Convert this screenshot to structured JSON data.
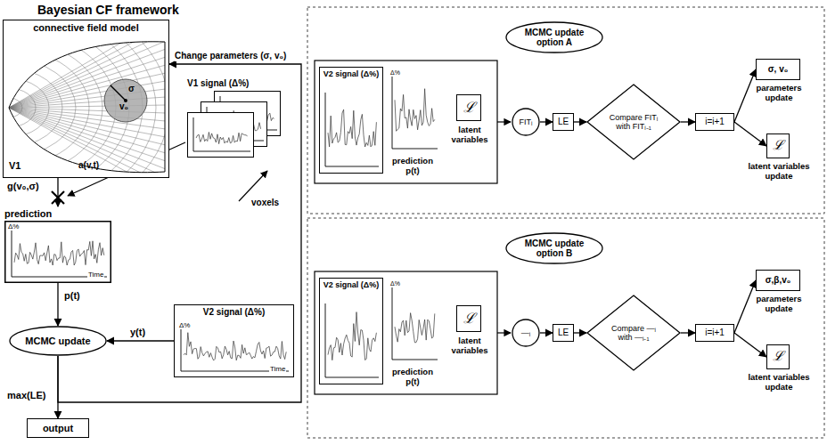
{
  "diagram": {
    "title": "Bayesian CF framework",
    "nodes": [
      {
        "text": [
          "connective field model"
        ]
      },
      {
        "text": [
          "prediction"
        ]
      },
      {
        "text": [
          "MCMC update"
        ]
      },
      {
        "text": [
          "V2 signal (Δ%)"
        ]
      },
      {
        "text": [
          "output"
        ]
      },
      {
        "text": [
          "V1 signal (Δ%)"
        ]
      },
      {
        "text": [
          "MCMC update option A"
        ]
      },
      {
        "text": [
          "V2 signal (Δ%)"
        ]
      },
      {
        "text": [
          "ℒ",
          "latent variables"
        ]
      },
      {
        "text": [
          "FITᵢ"
        ]
      },
      {
        "text": [
          "LE"
        ]
      },
      {
        "text": [
          "Compare FITᵢ with FITᵢ₋₁"
        ]
      },
      {
        "text": [
          "i=i+1"
        ]
      },
      {
        "text": [
          "σ, v₀",
          "parameters update"
        ]
      },
      {
        "text": [
          "ℒ",
          "latent variables update"
        ]
      },
      {
        "text": [
          "MCMC update option B"
        ]
      },
      {
        "text": [
          "V2 signal (Δ%)"
        ]
      },
      {
        "text": [
          "ℒ",
          "latent variables"
        ]
      },
      {
        "text": [
          "—ᵢ"
        ]
      },
      {
        "text": [
          "LE"
        ]
      },
      {
        "text": [
          "Compare —ᵢ with —ᵢ₋₁"
        ]
      },
      {
        "text": [
          "i=i+1"
        ]
      },
      {
        "text": [
          "σ,β,v₀",
          "parameters update"
        ]
      },
      {
        "text": [
          "ℒ",
          "latent variables update"
        ]
      }
    ],
    "edges": [
      {
        "from": 0,
        "to": 1,
        "label": "g(v₀,σ)",
        "arrow": "to"
      },
      {
        "from": 1,
        "to": 2,
        "label": "p(t)",
        "arrow": "to"
      },
      {
        "from": 3,
        "to": 2,
        "label": "y(t)",
        "arrow": "to"
      },
      {
        "from": 2,
        "to": 4,
        "label": "max(LE)",
        "arrow": "to"
      },
      {
        "from": 2,
        "to": 0,
        "label": "Change parameters (σ, v₀)",
        "arrow": "to"
      },
      {
        "from": 9,
        "to": 10,
        "arrow": "to"
      },
      {
        "from": 10,
        "to": 11,
        "arrow": "to"
      },
      {
        "from": 11,
        "to": 12,
        "arrow": "to"
      },
      {
        "from": 12,
        "to": 13,
        "arrow": "to"
      },
      {
        "from": 12,
        "to": 14,
        "arrow": "to"
      },
      {
        "from": 18,
        "to": 19,
        "arrow": "to"
      },
      {
        "from": 19,
        "to": 20,
        "arrow": "to"
      },
      {
        "from": 20,
        "to": 21,
        "arrow": "to"
      },
      {
        "from": 21,
        "to": 22,
        "arrow": "to"
      },
      {
        "from": 21,
        "to": 23,
        "arrow": "to"
      }
    ],
    "labels": [
      "V1",
      "σ",
      "v₀",
      "a(v,t)",
      "voxels",
      "Δ%",
      "Time",
      "Δ%",
      "Time",
      "prediction p(t)",
      "Δ%",
      "prediction p(t)",
      "Δ%"
    ]
  }
}
